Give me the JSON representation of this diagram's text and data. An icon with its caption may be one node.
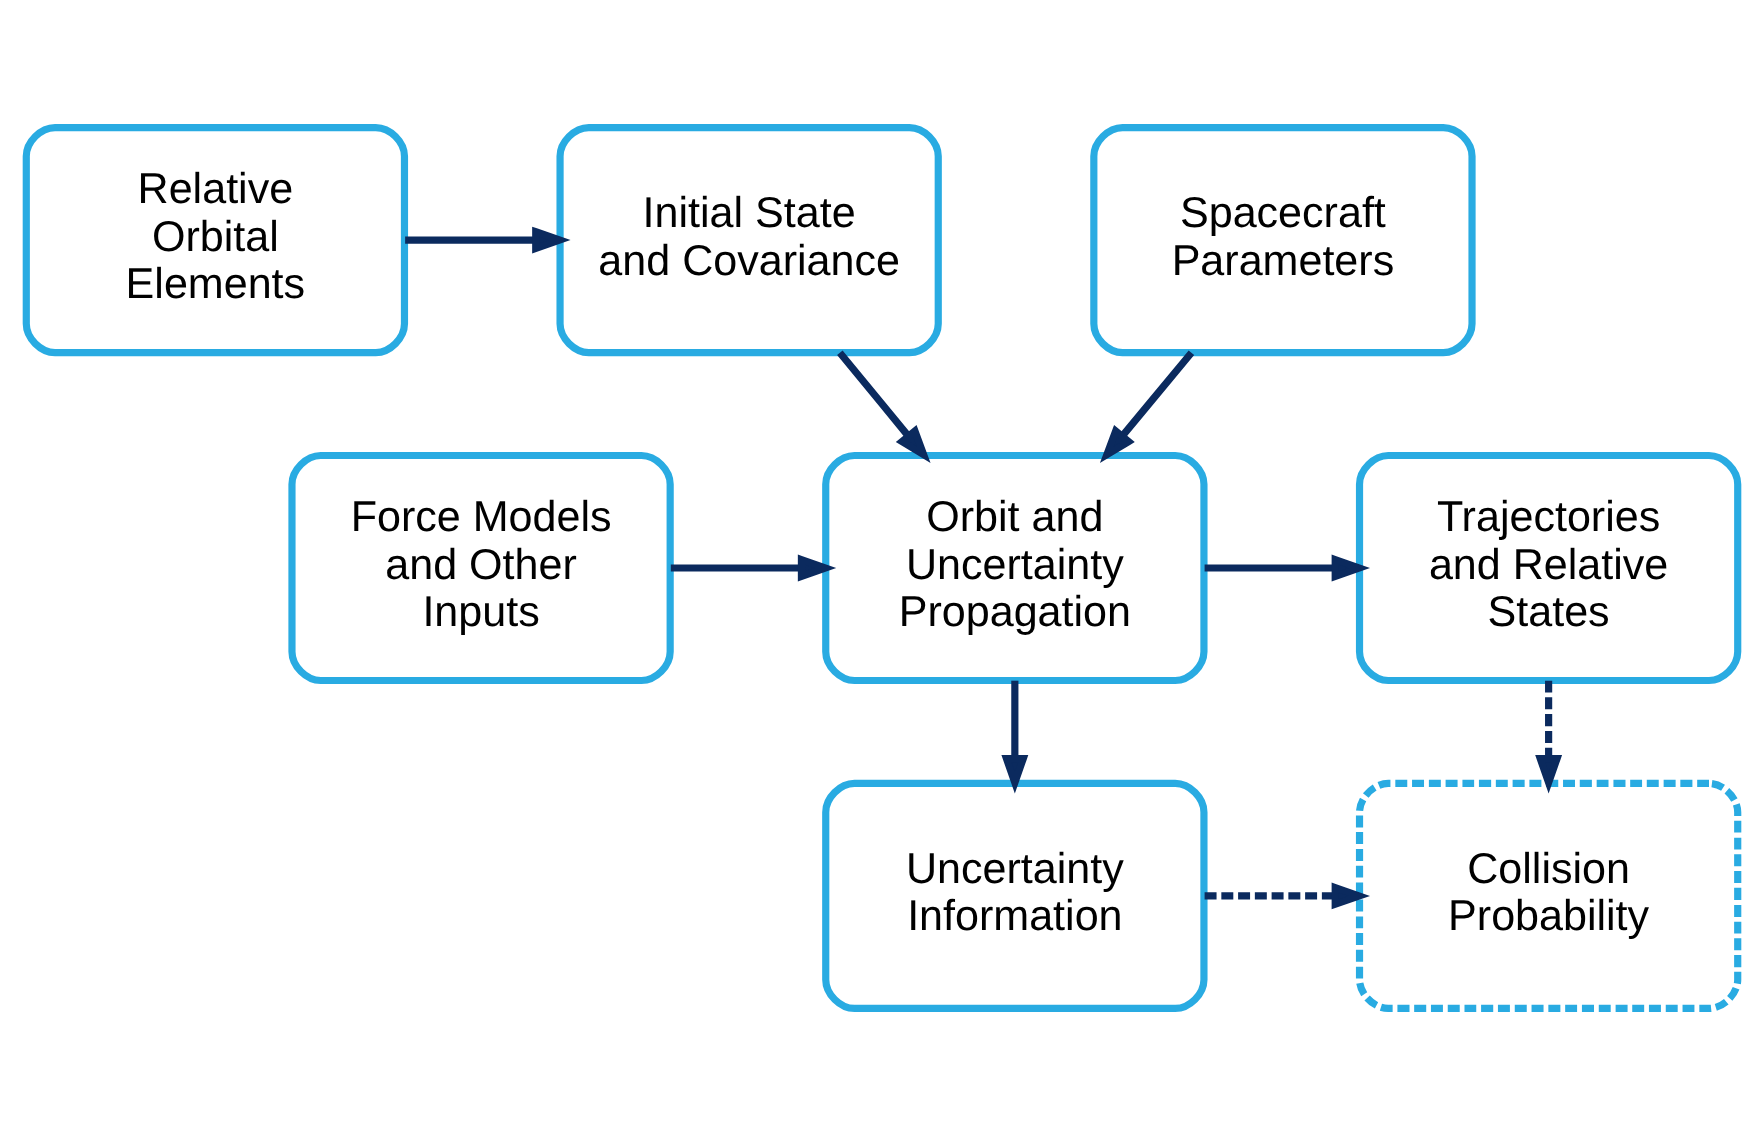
{
  "diagram": {
    "nodes": [
      {
        "text": [
          "Relative Orbital Elements"
        ]
      },
      {
        "text": [
          "Initial State and Covariance"
        ]
      },
      {
        "text": [
          "Spacecraft Parameters"
        ]
      },
      {
        "text": [
          "Trajectories and Relative States"
        ]
      },
      {
        "text": [
          "Orbit and Uncertainty Propagation"
        ]
      },
      {
        "text": [
          "Force Models and Other Inputs"
        ]
      },
      {
        "text": [
          "Collision Probability"
        ]
      },
      {
        "text": [
          "Uncertainty Information"
        ]
      }
    ],
    "edges": [
      {
        "from": 0,
        "to": 1,
        "arrow": "to"
      },
      {
        "from": 1,
        "to": 4,
        "arrow": "to"
      },
      {
        "from": 2,
        "to": 4,
        "arrow": "to"
      },
      {
        "from": 4,
        "to": 3,
        "arrow": "to"
      },
      {
        "from": 5,
        "to": 4,
        "arrow": "to"
      },
      {
        "from": 3,
        "to": 6,
        "arrow": "to",
        "style": "dashed"
      },
      {
        "from": 4,
        "to": 7,
        "arrow": "to"
      },
      {
        "from": 7,
        "to": 6,
        "arrow": "to",
        "style": "dashed"
      }
    ]
  }
}
